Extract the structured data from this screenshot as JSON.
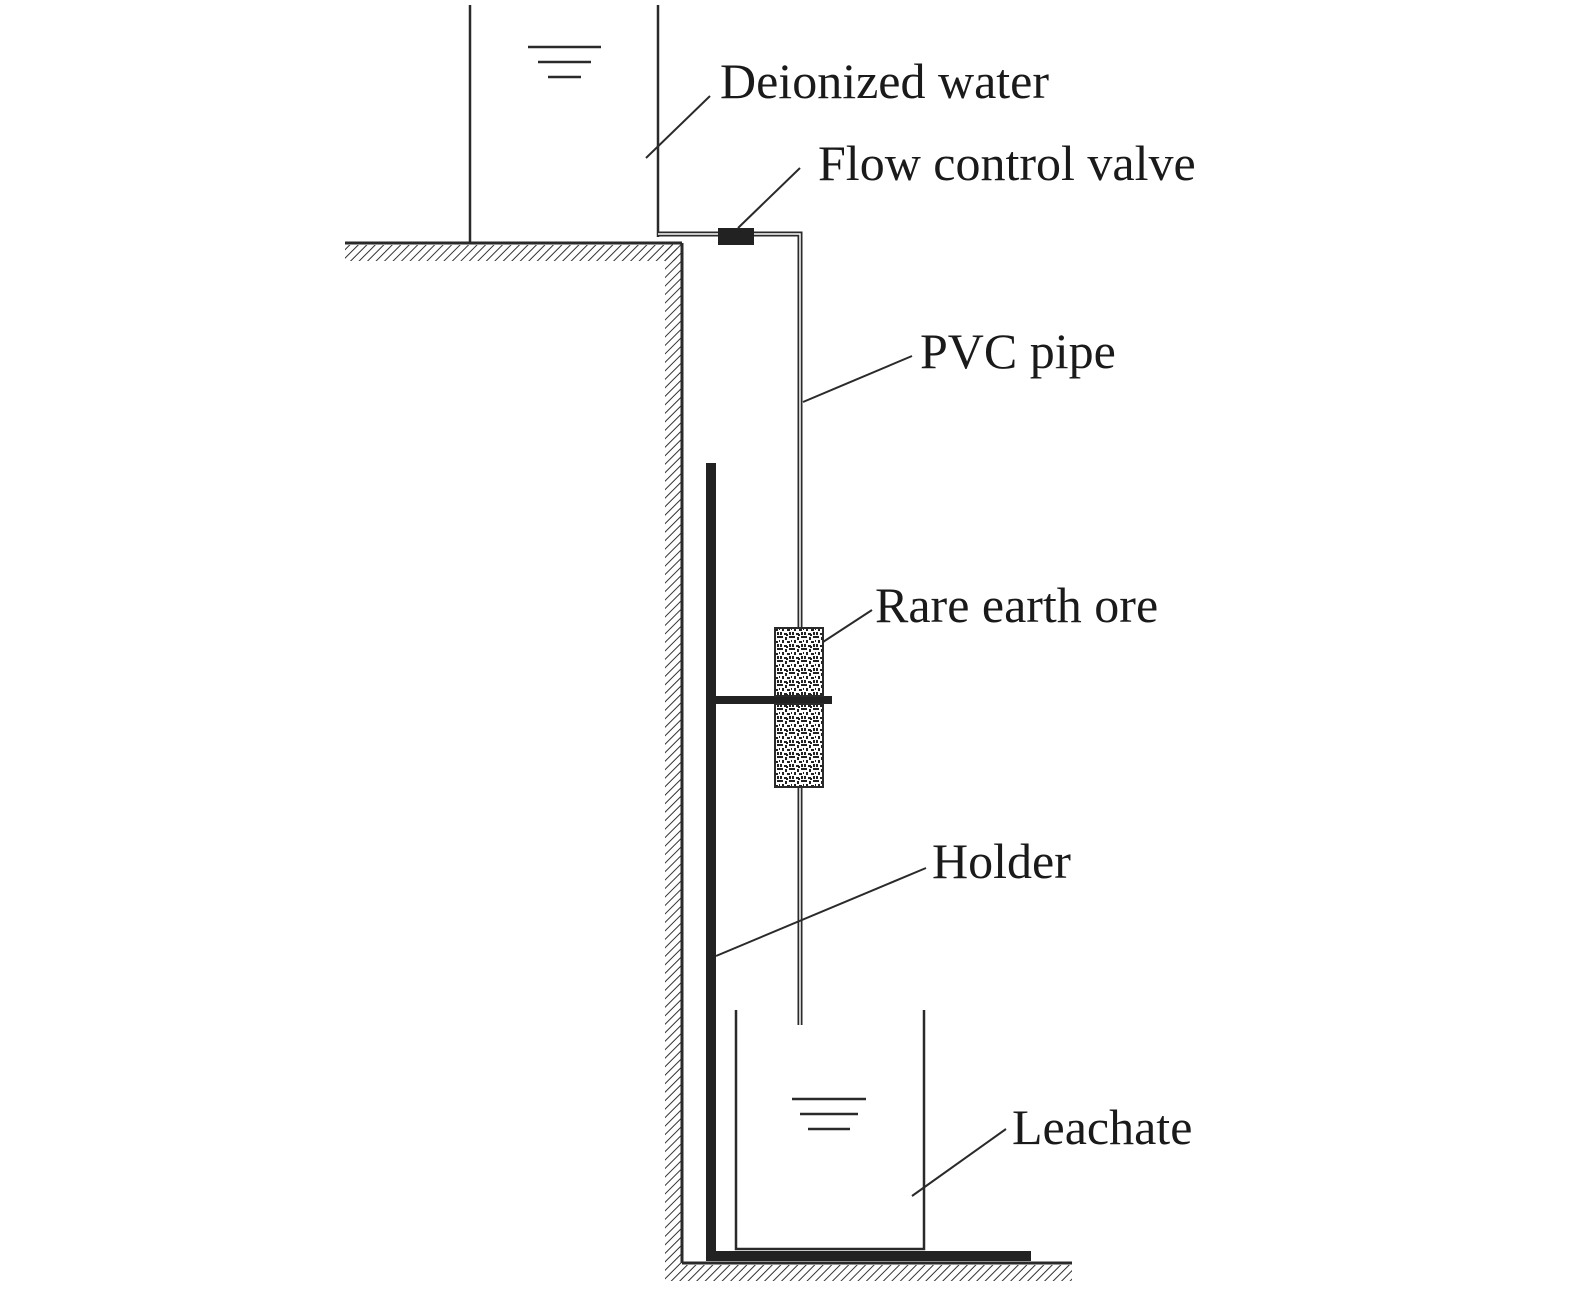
{
  "labels": {
    "deionized_water": "Deionized water",
    "flow_control_valve": "Flow control valve",
    "pvc_pipe": "PVC pipe",
    "rare_earth_ore": "Rare earth ore",
    "holder": "Holder",
    "leachate": "Leachate"
  },
  "colors": {
    "line": "#2a2a2a",
    "text": "#1a1a1a"
  }
}
